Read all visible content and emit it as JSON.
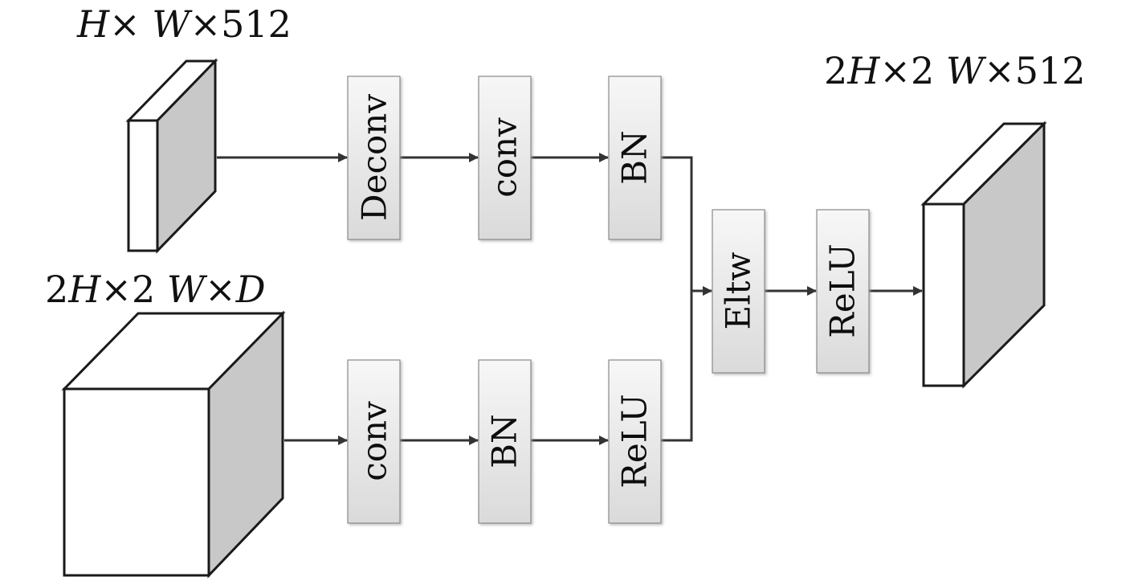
{
  "tensor_labels": {
    "input_top": {
      "a": "H",
      "x1": "×",
      "b": " W",
      "x2": "×",
      "c": "512"
    },
    "input_bottom": {
      "p": "2",
      "a": "H",
      "x1": "×",
      "q": "2",
      "b": " W",
      "x2": "×",
      "c": "D"
    },
    "output": {
      "p": "2",
      "a": "H",
      "x1": "×",
      "q": "2",
      "b": " W",
      "x2": "×",
      "c": "512"
    }
  },
  "top_branch": [
    "Deconv",
    "conv",
    "BN"
  ],
  "bottom_branch": [
    "conv",
    "BN",
    "ReLU"
  ],
  "merge": [
    "Eltw",
    "ReLU"
  ],
  "colors": {
    "block_fill_top": "#f6f6f6",
    "block_fill_bottom": "#dcdcdc",
    "cube_side": "#c8c8c8",
    "cube_front": "#ffffff",
    "arrow": "#333333"
  }
}
